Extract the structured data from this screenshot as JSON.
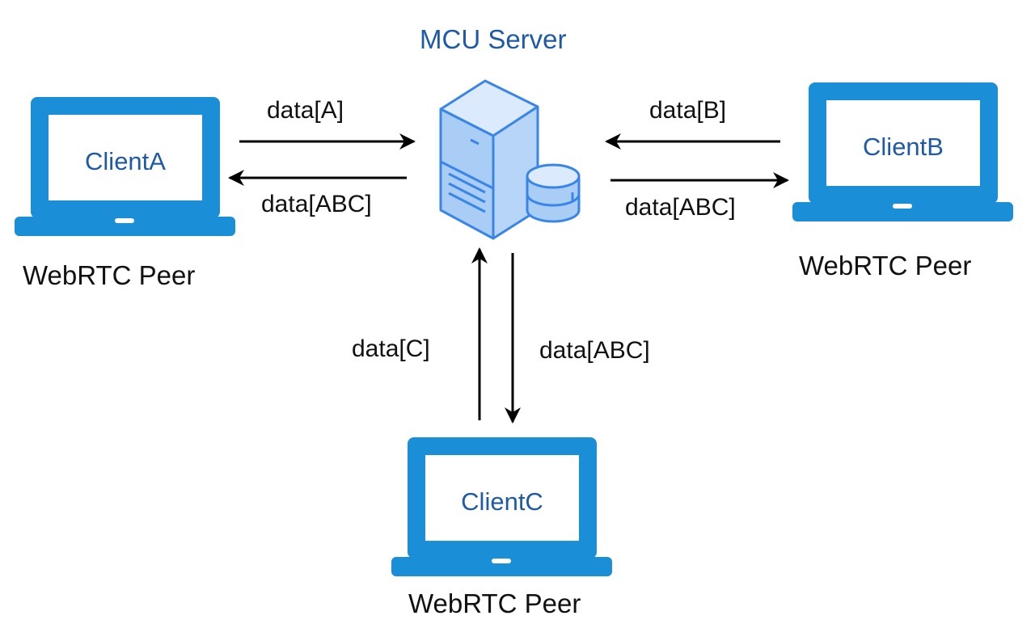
{
  "server": {
    "title": "MCU Server",
    "icon": "server-database-icon"
  },
  "clients": [
    {
      "name": "ClientA",
      "role": "WebRTC Peer"
    },
    {
      "name": "ClientB",
      "role": "WebRTC Peer"
    },
    {
      "name": "ClientC",
      "role": "WebRTC Peer"
    }
  ],
  "edges": {
    "a_to_server": "data[A]",
    "server_to_a": "data[ABC]",
    "b_to_server": "data[B]",
    "server_to_b": "data[ABC]",
    "c_to_server": "data[C]",
    "server_to_c": "data[ABC]"
  },
  "colors": {
    "laptop": "#1a8fd8",
    "label_blue": "#1e5aa8",
    "server_fill": "#a9cdf5",
    "server_stroke": "#3a86e8"
  }
}
